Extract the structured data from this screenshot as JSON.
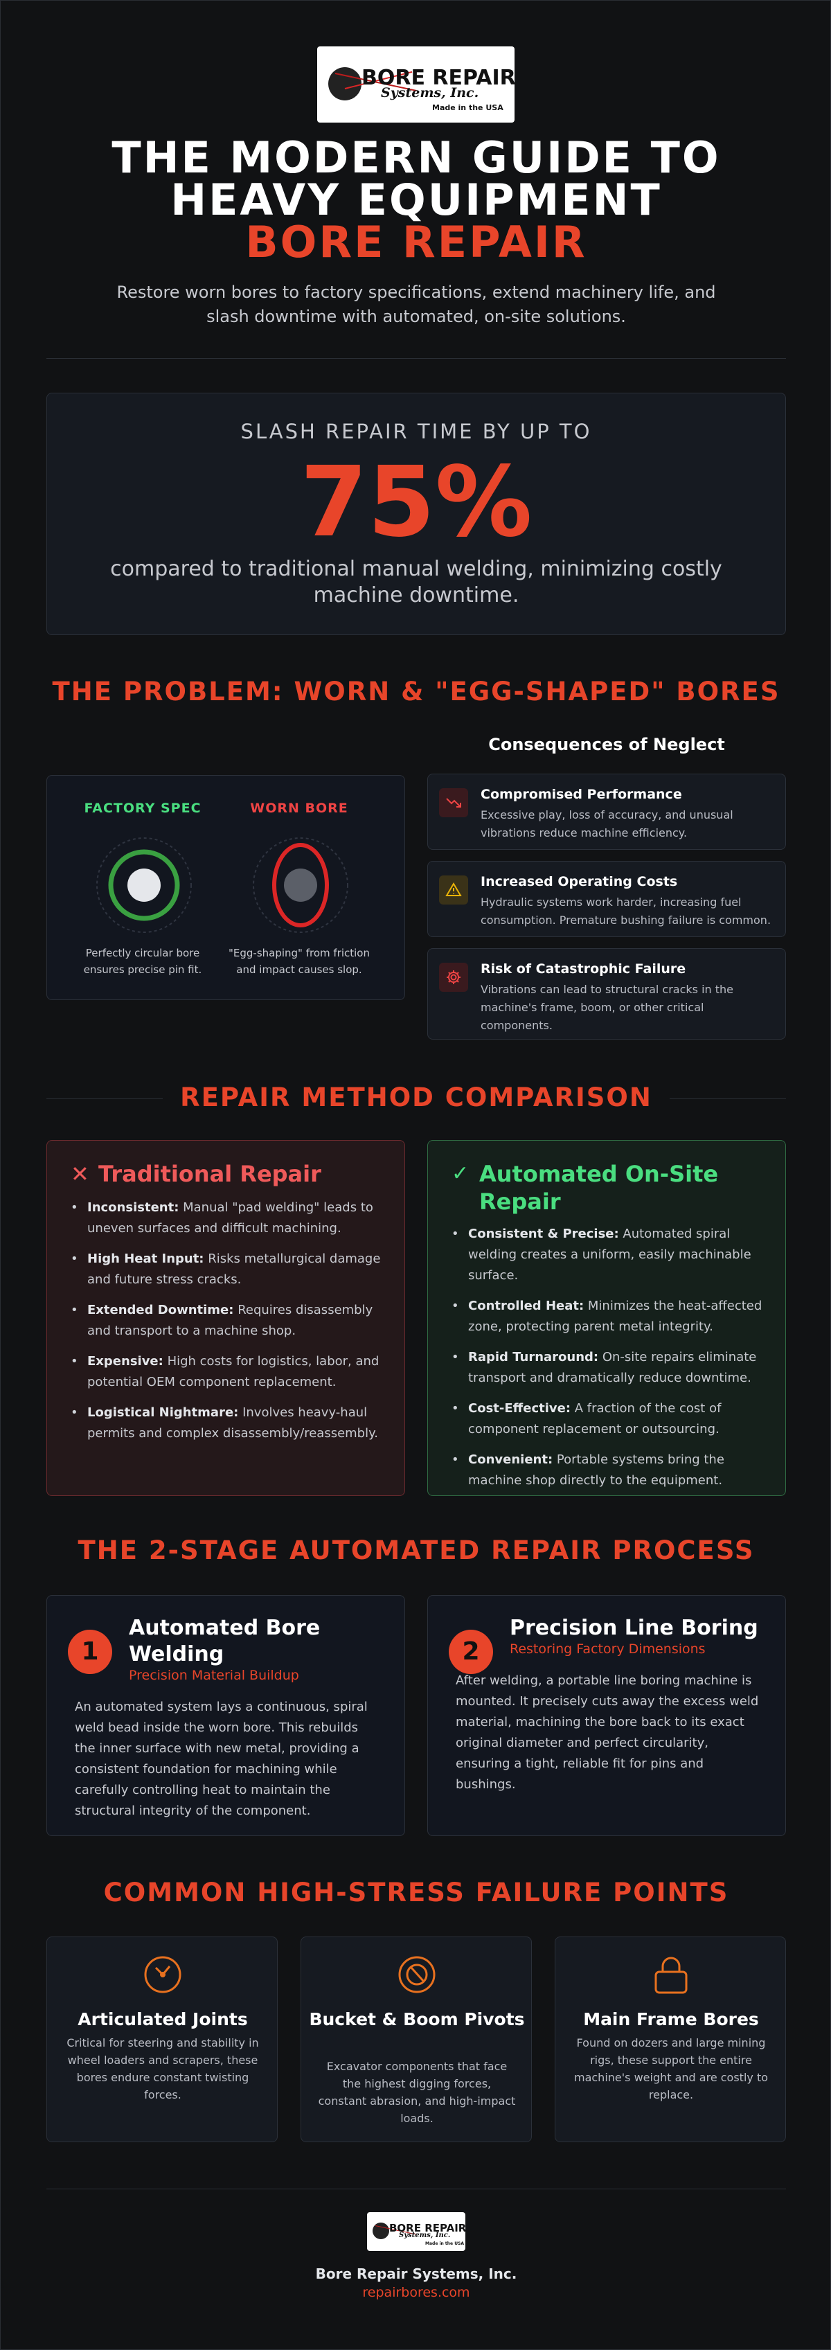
{
  "colors": {
    "accent": "#e8452a",
    "background": "#111214",
    "card": "#161a21",
    "green": "#4ade80",
    "red_bad": "#ef4444"
  },
  "brand": {
    "logo_line1": "BORE REPAIR",
    "logo_line2": "Systems, Inc.",
    "logo_tag": "Made in the USA"
  },
  "hero": {
    "title_line1": "THE MODERN GUIDE TO",
    "title_line2": "HEAVY EQUIPMENT",
    "title_line3": "BORE REPAIR",
    "subtitle": "Restore worn bores to factory specifications, extend machinery life, and slash downtime with automated, on-site solutions."
  },
  "kpi": {
    "label": "SLASH REPAIR TIME BY UP TO",
    "value": "75%",
    "description": "compared to traditional manual welding, minimizing costly machine downtime."
  },
  "problem": {
    "title": "THE PROBLEM: WORN & \"EGG-SHAPED\" BORES",
    "factory_label": "FACTORY SPEC",
    "factory_caption": "Perfectly circular bore ensures precise pin fit.",
    "worn_label": "WORN BORE",
    "worn_caption": "\"Egg-shaping\" from friction and impact causes slop.",
    "consequences_title": "Consequences of Neglect",
    "consequences": [
      {
        "title": "Compromised Performance",
        "text": "Excessive play, loss of accuracy, and unusual vibrations reduce machine efficiency.",
        "icon": "trending-down-icon",
        "color": "#ef4444"
      },
      {
        "title": "Increased Operating Costs",
        "text": "Hydraulic systems work harder, increasing fuel consumption. Premature bushing failure is common.",
        "icon": "warning-icon",
        "color": "#eab308"
      },
      {
        "title": "Risk of Catastrophic Failure",
        "text": "Vibrations can lead to structural cracks in the machine's frame, boom, or other critical components.",
        "icon": "gear-icon",
        "color": "#ef4444"
      }
    ]
  },
  "comparison": {
    "title": "REPAIR METHOD COMPARISON",
    "traditional": {
      "icon": "x-icon",
      "title": "Traditional Repair",
      "items": [
        {
          "bold": "Inconsistent:",
          "text": " Manual \"pad welding\" leads to uneven surfaces and difficult machining."
        },
        {
          "bold": "High Heat Input:",
          "text": " Risks metallurgical damage and future stress cracks."
        },
        {
          "bold": "Extended Downtime:",
          "text": " Requires disassembly and transport to a machine shop."
        },
        {
          "bold": "Expensive:",
          "text": " High costs for logistics, labor, and potential OEM component replacement."
        },
        {
          "bold": "Logistical Nightmare:",
          "text": " Involves heavy-haul permits and complex disassembly/reassembly."
        }
      ]
    },
    "automated": {
      "icon": "check-icon",
      "title": "Automated On-Site Repair",
      "items": [
        {
          "bold": "Consistent & Precise:",
          "text": " Automated spiral welding creates a uniform, easily machinable surface."
        },
        {
          "bold": "Controlled Heat:",
          "text": " Minimizes the heat-affected zone, protecting parent metal integrity."
        },
        {
          "bold": "Rapid Turnaround:",
          "text": " On-site repairs eliminate transport and dramatically reduce downtime."
        },
        {
          "bold": "Cost-Effective:",
          "text": " A fraction of the cost of component replacement or outsourcing."
        },
        {
          "bold": "Convenient:",
          "text": " Portable systems bring the machine shop directly to the equipment."
        }
      ]
    }
  },
  "process": {
    "title": "THE 2-STAGE AUTOMATED REPAIR PROCESS",
    "steps": [
      {
        "number": "1",
        "title": "Automated Bore Welding",
        "subtitle": "Precision Material Buildup",
        "text": "An automated system lays a continuous, spiral weld bead inside the worn bore. This rebuilds the inner surface with new metal, providing a consistent foundation for machining while carefully controlling heat to maintain the structural integrity of the component."
      },
      {
        "number": "2",
        "title": "Precision Line Boring",
        "subtitle": "Restoring Factory Dimensions",
        "text": "After welding, a portable line boring machine is mounted. It precisely cuts away the excess weld material, machining the bore back to its exact original diameter and perfect circularity, ensuring a tight, reliable fit for pins and bushings."
      }
    ]
  },
  "failure_points": {
    "title": "COMMON HIGH-STRESS FAILURE POINTS",
    "items": [
      {
        "title": "Articulated Joints",
        "text": "Critical for steering and stability in wheel loaders and scrapers, these bores endure constant twisting forces.",
        "icon": "joint-icon"
      },
      {
        "title": "Bucket & Boom Pivots",
        "text": "Excavator components that face the highest digging forces, constant abrasion, and high-impact loads.",
        "icon": "pivot-icon"
      },
      {
        "title": "Main Frame Bores",
        "text": "Found on dozers and large mining rigs, these support the entire machine's weight and are costly to replace.",
        "icon": "lock-icon"
      }
    ]
  },
  "footer": {
    "company": "Bore Repair Systems, Inc.",
    "url": "repairbores.com"
  }
}
